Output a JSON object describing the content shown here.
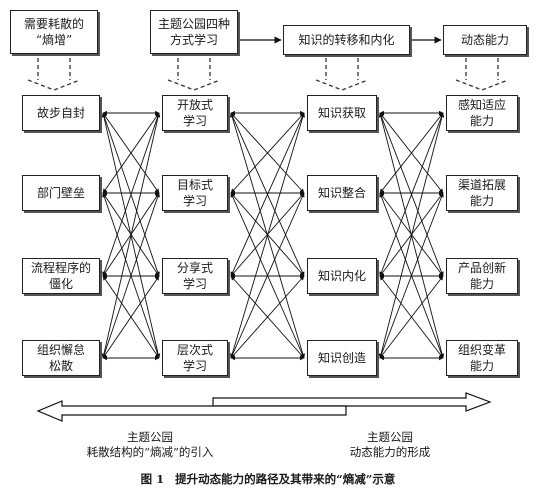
{
  "header": {
    "box1": "需要耗散的\n“熵增”",
    "box2": "主题公园四种\n方式学习",
    "box3": "知识的转移和内化",
    "box4": "动态能力"
  },
  "col1": [
    "故步自封",
    "部门壁垒",
    "流程程序的\n僵化",
    "组织懈怠\n松散"
  ],
  "col2": [
    "开放式\n学习",
    "目标式\n学习",
    "分享式\n学习",
    "层次式\n学习"
  ],
  "col3": [
    "知识获取",
    "知识整合",
    "知识内化",
    "知识创造"
  ],
  "col4": [
    "感知适应\n能力",
    "渠道拓展\n能力",
    "产品创新\n能力",
    "组织变革\n能力"
  ],
  "bottom": {
    "left_label": "主题公园\n耗散结构的“熵减”的引入",
    "right_label": "主题公园\n动态能力的形成"
  },
  "caption": {
    "figure_no": "图 1",
    "title": "提升动态能力的路径及其带来的“熵减”示意"
  }
}
